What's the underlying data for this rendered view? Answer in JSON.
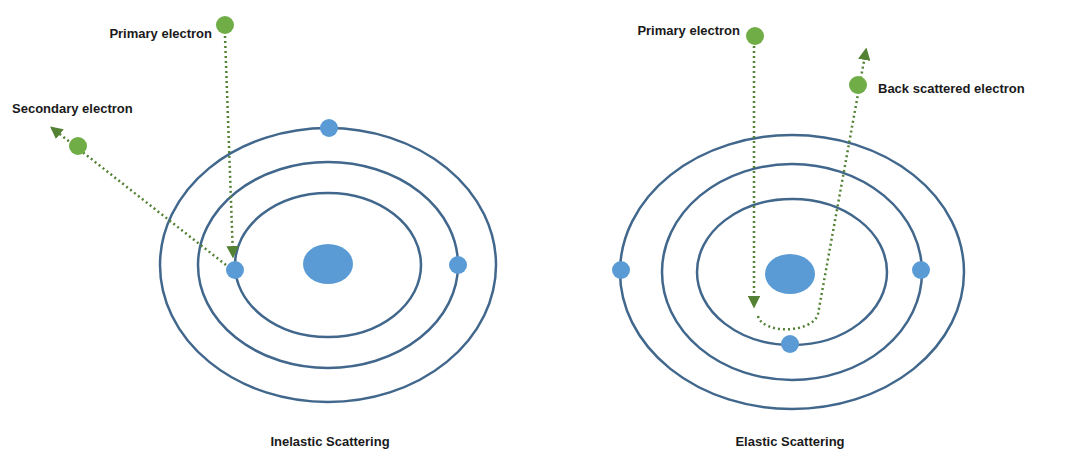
{
  "diagram": {
    "labels": [
      "Primary electron",
      "Secondary electron",
      "Inelastic Scattering",
      "Primary electron",
      "Back scattered electron",
      "Elastic Scattering"
    ]
  }
}
